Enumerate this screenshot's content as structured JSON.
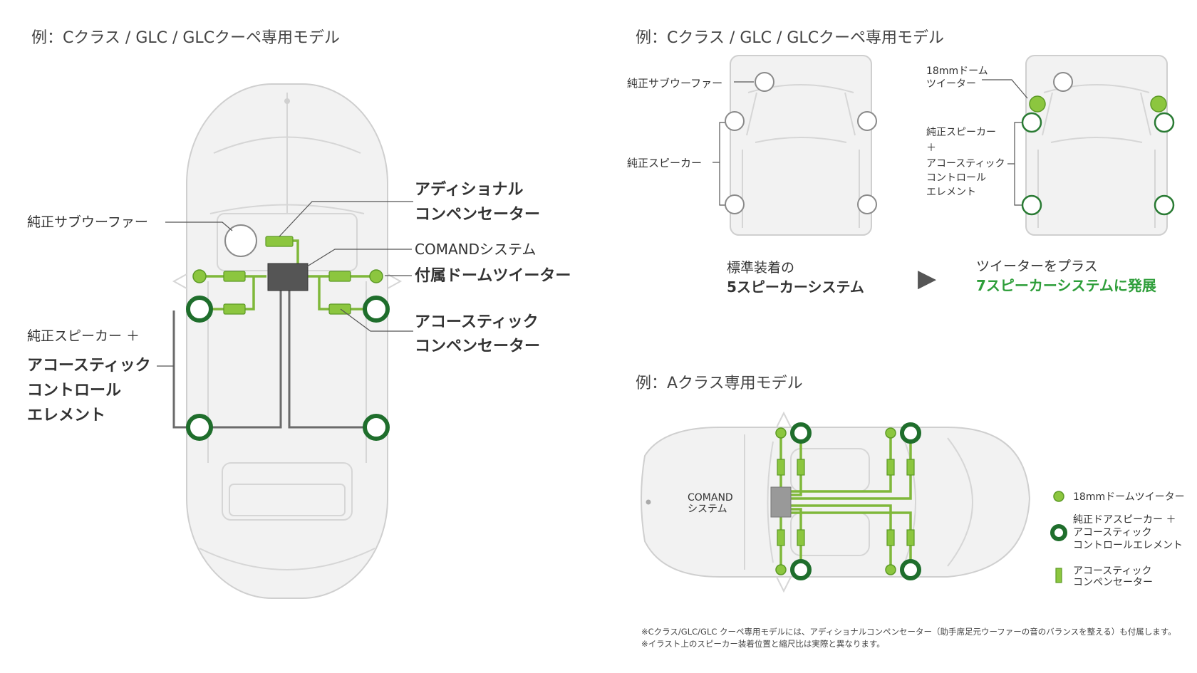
{
  "left": {
    "title": "例：Cクラス / GLC / GLCクーペ専用モデル",
    "subwoofer_label": "純正サブウーファー",
    "additional_comp": [
      "アディショナル",
      "コンペンセーター"
    ],
    "comand_label": "COMANDシステム",
    "tweeter_label": "付属ドームツイーター",
    "acoustic_comp": [
      "アコースティック",
      "コンペンセーター"
    ],
    "speaker_ace": [
      "純正スピーカー ＋",
      "アコースティック",
      "コントロール",
      "エレメント"
    ]
  },
  "top_right": {
    "title": "例：Cクラス / GLC / GLCクーペ専用モデル",
    "subwoofer_label": "純正サブウーファー",
    "speaker_label": "純正スピーカー",
    "tweeter_18": [
      "18mmドーム",
      "ツイーター"
    ],
    "speaker_ace": [
      "純正スピーカー",
      "＋",
      "アコースティック",
      "コントロール",
      "エレメント"
    ],
    "before": [
      "標準装着の",
      "5スピーカーシステム"
    ],
    "after": [
      "ツイーターをプラス",
      "7スピーカーシステムに発展"
    ],
    "arrow": "▶"
  },
  "bottom_right": {
    "title": "例：Aクラス専用モデル",
    "comand": [
      "COMAND",
      "システム"
    ],
    "legend": {
      "tweeter": "18mmドームツイーター",
      "speaker": [
        "純正ドアスピーカー ＋",
        "アコースティック",
        "コントロールエレメント"
      ],
      "comp": [
        "アコースティック",
        "コンペンセーター"
      ]
    }
  },
  "notes": [
    "※Cクラス/GLC/GLC クーペ専用モデルには、アディショナルコンペンセーター（助手席足元ウーファーの音のバランスを整える）も付属します。",
    "※イラスト上のスピーカー装着位置と縮尺比は実際と異なります。"
  ],
  "colors": {
    "accent_green": "#2e9e3a",
    "speaker_green": "#1f6e2c",
    "comp_green": "#8cc63f"
  }
}
